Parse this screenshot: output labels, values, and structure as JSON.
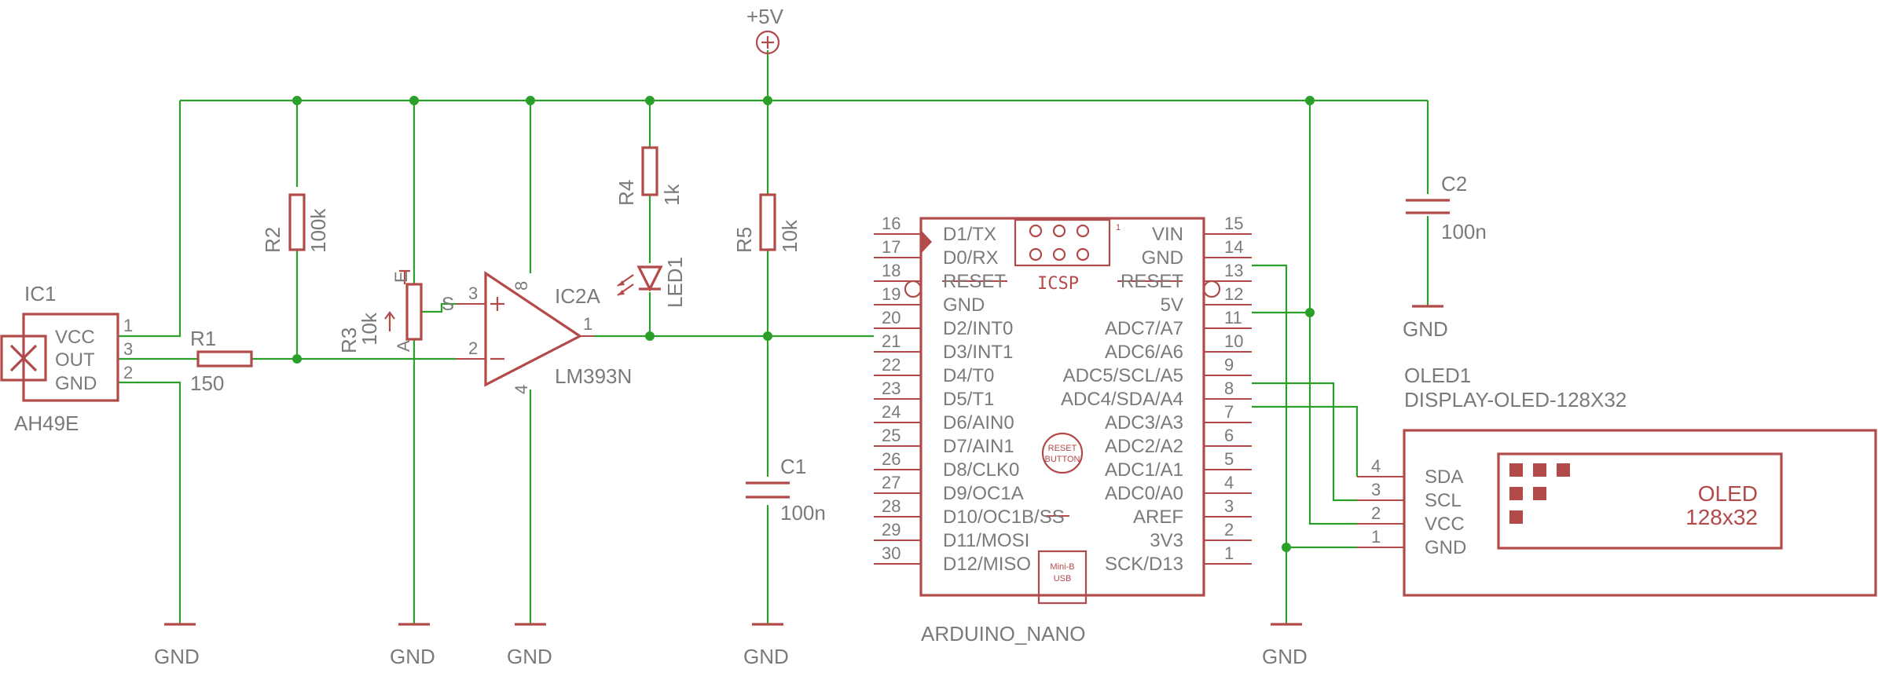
{
  "supply": {
    "label": "+5V"
  },
  "ground_label": "GND",
  "ic1": {
    "name": "IC1",
    "value": "AH49E",
    "pins": [
      {
        "num": "1",
        "label": "VCC"
      },
      {
        "num": "3",
        "label": "OUT"
      },
      {
        "num": "2",
        "label": "GND"
      }
    ]
  },
  "r1": {
    "name": "R1",
    "value": "150"
  },
  "r2": {
    "name": "R2",
    "value": "100k"
  },
  "r3": {
    "name": "R3",
    "value": "10k",
    "pin_s": "S",
    "pin_e": "E",
    "pin_a": "A"
  },
  "ic2a": {
    "name": "IC2A",
    "value": "LM393N",
    "pin_plus": "3",
    "pin_minus": "2",
    "pin_out": "1",
    "pin_vcc": "8",
    "pin_gnd": "4"
  },
  "r4": {
    "name": "R4",
    "value": "1k"
  },
  "led1": {
    "name": "LED1"
  },
  "r5": {
    "name": "R5",
    "value": "10k"
  },
  "c1": {
    "name": "C1",
    "value": "100n"
  },
  "c2": {
    "name": "C2",
    "value": "100n"
  },
  "arduino": {
    "name": "ARDUINO_NANO",
    "icsp_label": "ICSP",
    "icsp_pin1": "1",
    "reset_button": [
      "RESET",
      "BUTTON"
    ],
    "usb": [
      "Mini-B",
      "USB"
    ],
    "left_pins": [
      {
        "num": "16",
        "label": "D1/TX"
      },
      {
        "num": "17",
        "label": "D0/RX"
      },
      {
        "num": "18",
        "label": "RESET"
      },
      {
        "num": "19",
        "label": "GND"
      },
      {
        "num": "20",
        "label": "D2/INT0"
      },
      {
        "num": "21",
        "label": "D3/INT1"
      },
      {
        "num": "22",
        "label": "D4/T0"
      },
      {
        "num": "23",
        "label": "D5/T1"
      },
      {
        "num": "24",
        "label": "D6/AIN0"
      },
      {
        "num": "25",
        "label": "D7/AIN1"
      },
      {
        "num": "26",
        "label": "D8/CLK0"
      },
      {
        "num": "27",
        "label": "D9/OC1A"
      },
      {
        "num": "28",
        "label": "D10/OC1B/SS"
      },
      {
        "num": "29",
        "label": "D11/MOSI"
      },
      {
        "num": "30",
        "label": "D12/MISO"
      }
    ],
    "right_pins": [
      {
        "num": "15",
        "label": "VIN"
      },
      {
        "num": "14",
        "label": "GND"
      },
      {
        "num": "13",
        "label": "RESET"
      },
      {
        "num": "12",
        "label": "5V"
      },
      {
        "num": "11",
        "label": "ADC7/A7"
      },
      {
        "num": "10",
        "label": "ADC6/A6"
      },
      {
        "num": "9",
        "label": "ADC5/SCL/A5"
      },
      {
        "num": "8",
        "label": "ADC4/SDA/A4"
      },
      {
        "num": "7",
        "label": "ADC3/A3"
      },
      {
        "num": "6",
        "label": "ADC2/A2"
      },
      {
        "num": "5",
        "label": "ADC1/A1"
      },
      {
        "num": "4",
        "label": "ADC0/A0"
      },
      {
        "num": "3",
        "label": "AREF"
      },
      {
        "num": "2",
        "label": "3V3"
      },
      {
        "num": "1",
        "label": "SCK/D13"
      }
    ]
  },
  "oled": {
    "name": "OLED1",
    "value": "DISPLAY-OLED-128X32",
    "screen_lines": [
      "OLED",
      "128x32"
    ],
    "pins": [
      {
        "num": "4",
        "label": "SDA"
      },
      {
        "num": "3",
        "label": "SCL"
      },
      {
        "num": "2",
        "label": "VCC"
      },
      {
        "num": "1",
        "label": "GND"
      }
    ]
  }
}
